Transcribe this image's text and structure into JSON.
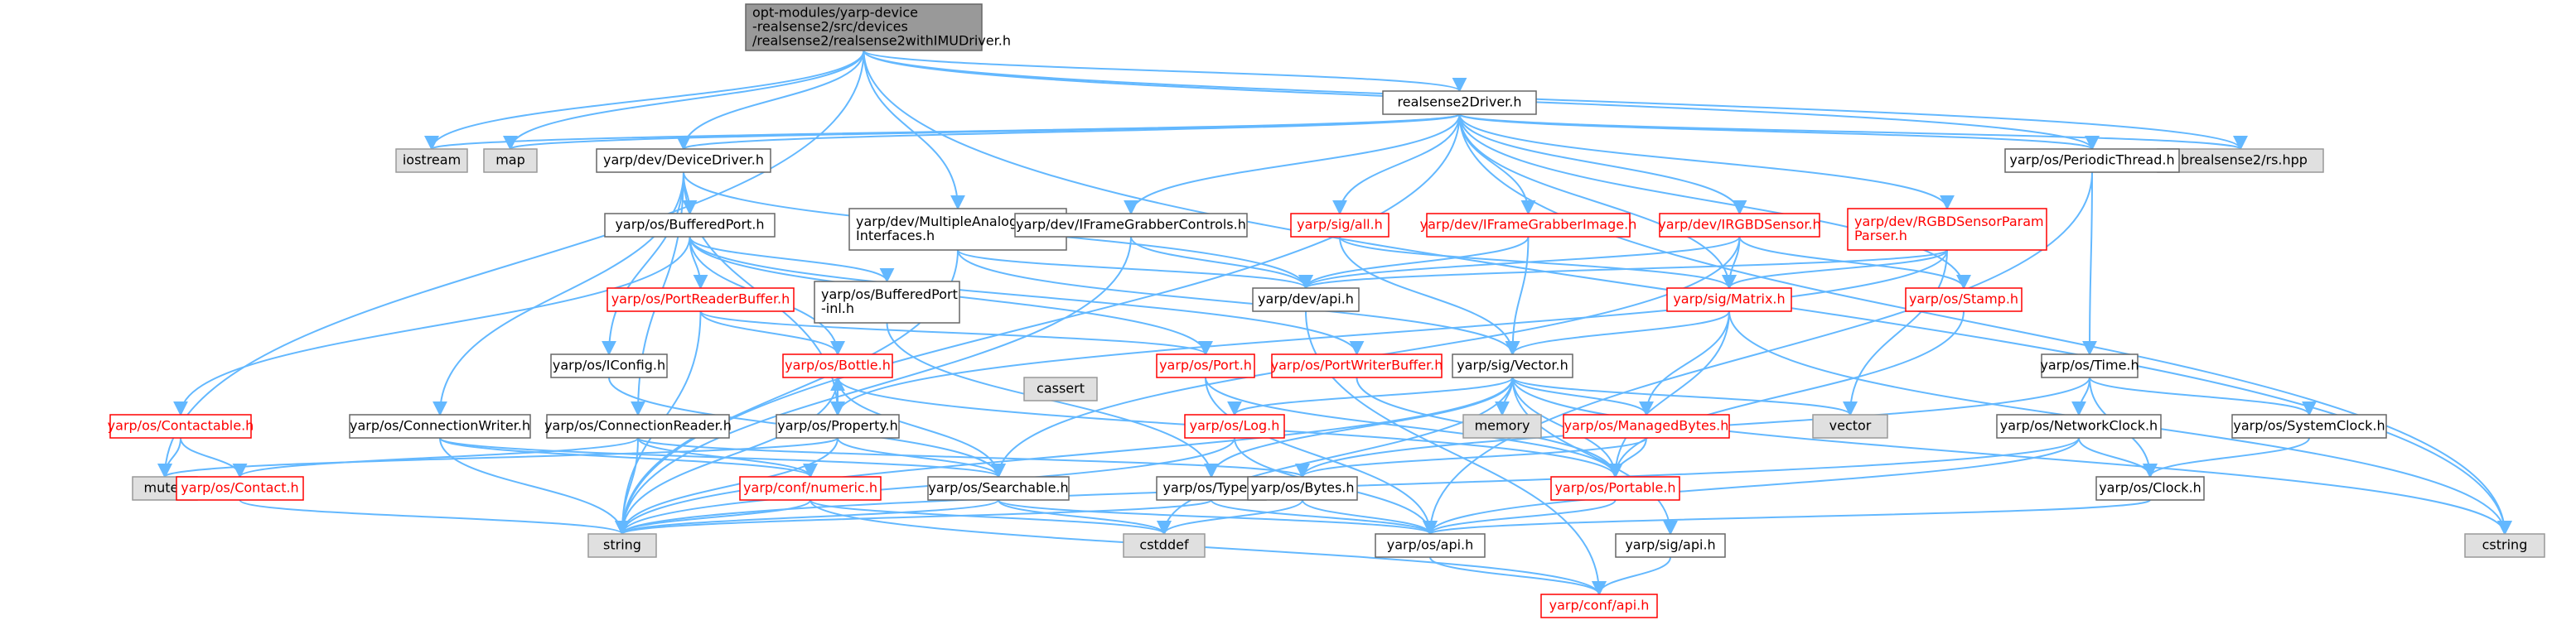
{
  "colors": {
    "edge": "#63b8ff",
    "node_fill": "#ffffff",
    "node_border": "#666666",
    "root_fill": "#999999",
    "external_fill": "#e0e0e0",
    "external_border": "#999999",
    "incomplete_border": "#ff0000",
    "text": "#000000",
    "incomplete_text": "#ff0000"
  },
  "nodes": [
    {
      "id": "root",
      "lines": [
        "opt-modules/yarp-device",
        "-realsense2/src/devices",
        "/realsense2/realsense2withIMUDriver.h"
      ],
      "style": "root"
    },
    {
      "id": "iostream",
      "lines": [
        "iostream"
      ],
      "style": "external"
    },
    {
      "id": "map",
      "lines": [
        "map"
      ],
      "style": "external"
    },
    {
      "id": "mutex",
      "lines": [
        "mutex"
      ],
      "style": "external"
    },
    {
      "id": "cstring",
      "lines": [
        "cstring"
      ],
      "style": "external"
    },
    {
      "id": "librealsense",
      "lines": [
        "librealsense2/rs.hpp"
      ],
      "style": "external"
    },
    {
      "id": "cassert",
      "lines": [
        "cassert"
      ],
      "style": "external"
    },
    {
      "id": "vector",
      "lines": [
        "vector"
      ],
      "style": "external"
    },
    {
      "id": "memory",
      "lines": [
        "memory"
      ],
      "style": "external"
    },
    {
      "id": "string",
      "lines": [
        "string"
      ],
      "style": "external"
    },
    {
      "id": "cstddef",
      "lines": [
        "cstddef"
      ],
      "style": "external"
    },
    {
      "id": "rs2driver",
      "lines": [
        "realsense2Driver.h"
      ],
      "style": "normal"
    },
    {
      "id": "devicedriver",
      "lines": [
        "yarp/dev/DeviceDriver.h"
      ],
      "style": "normal"
    },
    {
      "id": "multianalog",
      "lines": [
        "yarp/dev/MultipleAnalogSensors",
        "Interfaces.h"
      ],
      "style": "normal"
    },
    {
      "id": "periodicthread",
      "lines": [
        "yarp/os/PeriodicThread.h"
      ],
      "style": "normal"
    },
    {
      "id": "bufferedport",
      "lines": [
        "yarp/os/BufferedPort.h"
      ],
      "style": "normal"
    },
    {
      "id": "iframegrabberctrl",
      "lines": [
        "yarp/dev/IFrameGrabberControls.h"
      ],
      "style": "normal"
    },
    {
      "id": "sigall",
      "lines": [
        "yarp/sig/all.h"
      ],
      "style": "incomplete"
    },
    {
      "id": "iframegrabberimg",
      "lines": [
        "yarp/dev/IFrameGrabberImage.h"
      ],
      "style": "incomplete"
    },
    {
      "id": "irgbdsensor",
      "lines": [
        "yarp/dev/IRGBDSensor.h"
      ],
      "style": "incomplete"
    },
    {
      "id": "rgbdparam",
      "lines": [
        "yarp/dev/RGBDSensorParam",
        "Parser.h"
      ],
      "style": "incomplete"
    },
    {
      "id": "portreaderbuffer",
      "lines": [
        "yarp/os/PortReaderBuffer.h"
      ],
      "style": "incomplete"
    },
    {
      "id": "bufferedportinl",
      "lines": [
        "yarp/os/BufferedPort",
        "-inl.h"
      ],
      "style": "normal"
    },
    {
      "id": "devapi",
      "lines": [
        "yarp/dev/api.h"
      ],
      "style": "normal"
    },
    {
      "id": "sigmatrix",
      "lines": [
        "yarp/sig/Matrix.h"
      ],
      "style": "incomplete"
    },
    {
      "id": "stamp",
      "lines": [
        "yarp/os/Stamp.h"
      ],
      "style": "incomplete"
    },
    {
      "id": "iconfig",
      "lines": [
        "yarp/os/IConfig.h"
      ],
      "style": "normal"
    },
    {
      "id": "bottle",
      "lines": [
        "yarp/os/Bottle.h"
      ],
      "style": "incomplete"
    },
    {
      "id": "port",
      "lines": [
        "yarp/os/Port.h"
      ],
      "style": "incomplete"
    },
    {
      "id": "portwriterbuffer",
      "lines": [
        "yarp/os/PortWriterBuffer.h"
      ],
      "style": "incomplete"
    },
    {
      "id": "sigvector",
      "lines": [
        "yarp/sig/Vector.h"
      ],
      "style": "normal"
    },
    {
      "id": "ostime",
      "lines": [
        "yarp/os/Time.h"
      ],
      "style": "normal"
    },
    {
      "id": "contactable",
      "lines": [
        "yarp/os/Contactable.h"
      ],
      "style": "incomplete"
    },
    {
      "id": "connwriter",
      "lines": [
        "yarp/os/ConnectionWriter.h"
      ],
      "style": "normal"
    },
    {
      "id": "connreader",
      "lines": [
        "yarp/os/ConnectionReader.h"
      ],
      "style": "normal"
    },
    {
      "id": "property",
      "lines": [
        "yarp/os/Property.h"
      ],
      "style": "normal"
    },
    {
      "id": "oslog",
      "lines": [
        "yarp/os/Log.h"
      ],
      "style": "incomplete"
    },
    {
      "id": "managedbytes",
      "lines": [
        "yarp/os/ManagedBytes.h"
      ],
      "style": "incomplete"
    },
    {
      "id": "networkclock",
      "lines": [
        "yarp/os/NetworkClock.h"
      ],
      "style": "normal"
    },
    {
      "id": "systemclock",
      "lines": [
        "yarp/os/SystemClock.h"
      ],
      "style": "normal"
    },
    {
      "id": "contact",
      "lines": [
        "yarp/os/Contact.h"
      ],
      "style": "incomplete"
    },
    {
      "id": "confnumeric",
      "lines": [
        "yarp/conf/numeric.h"
      ],
      "style": "incomplete"
    },
    {
      "id": "searchable",
      "lines": [
        "yarp/os/Searchable.h"
      ],
      "style": "normal"
    },
    {
      "id": "ostype",
      "lines": [
        "yarp/os/Type.h"
      ],
      "style": "normal"
    },
    {
      "id": "osbytes",
      "lines": [
        "yarp/os/Bytes.h"
      ],
      "style": "normal"
    },
    {
      "id": "portable",
      "lines": [
        "yarp/os/Portable.h"
      ],
      "style": "incomplete"
    },
    {
      "id": "osclock",
      "lines": [
        "yarp/os/Clock.h"
      ],
      "style": "normal"
    },
    {
      "id": "osapi",
      "lines": [
        "yarp/os/api.h"
      ],
      "style": "normal"
    },
    {
      "id": "sigapi",
      "lines": [
        "yarp/sig/api.h"
      ],
      "style": "normal"
    },
    {
      "id": "confapi",
      "lines": [
        "yarp/conf/api.h"
      ],
      "style": "incomplete"
    }
  ],
  "edges": [
    [
      "root",
      "iostream"
    ],
    [
      "root",
      "map"
    ],
    [
      "root",
      "mutex"
    ],
    [
      "root",
      "cstring"
    ],
    [
      "root",
      "librealsense"
    ],
    [
      "root",
      "rs2driver"
    ],
    [
      "root",
      "devicedriver"
    ],
    [
      "root",
      "multianalog"
    ],
    [
      "root",
      "periodicthread"
    ],
    [
      "rs2driver",
      "iostream"
    ],
    [
      "rs2driver",
      "map"
    ],
    [
      "rs2driver",
      "cstring"
    ],
    [
      "rs2driver",
      "librealsense"
    ],
    [
      "rs2driver",
      "devicedriver"
    ],
    [
      "rs2driver",
      "periodicthread"
    ],
    [
      "rs2driver",
      "iframegrabberctrl"
    ],
    [
      "rs2driver",
      "sigall"
    ],
    [
      "rs2driver",
      "iframegrabberimg"
    ],
    [
      "rs2driver",
      "irgbdsensor"
    ],
    [
      "rs2driver",
      "rgbdparam"
    ],
    [
      "rs2driver",
      "stamp"
    ],
    [
      "rs2driver",
      "sigmatrix"
    ],
    [
      "rs2driver",
      "string"
    ],
    [
      "devicedriver",
      "devapi"
    ],
    [
      "devicedriver",
      "bufferedport"
    ],
    [
      "devicedriver",
      "iconfig"
    ],
    [
      "devicedriver",
      "connwriter"
    ],
    [
      "devicedriver",
      "connreader"
    ],
    [
      "devicedriver",
      "property"
    ],
    [
      "multianalog",
      "devapi"
    ],
    [
      "multianalog",
      "sigvector"
    ],
    [
      "multianalog",
      "string"
    ],
    [
      "periodicthread",
      "ostime"
    ],
    [
      "periodicthread",
      "osapi"
    ],
    [
      "bufferedport",
      "portreaderbuffer"
    ],
    [
      "bufferedport",
      "bufferedportinl"
    ],
    [
      "bufferedport",
      "contactable"
    ],
    [
      "bufferedport",
      "port"
    ],
    [
      "bufferedport",
      "portwriterbuffer"
    ],
    [
      "bufferedport",
      "bottle"
    ],
    [
      "iframegrabberctrl",
      "devapi"
    ],
    [
      "iframegrabberctrl",
      "string"
    ],
    [
      "sigall",
      "sigmatrix"
    ],
    [
      "sigall",
      "sigvector"
    ],
    [
      "iframegrabberimg",
      "devapi"
    ],
    [
      "iframegrabberimg",
      "sigvector"
    ],
    [
      "irgbdsensor",
      "devapi"
    ],
    [
      "irgbdsensor",
      "sigmatrix"
    ],
    [
      "irgbdsensor",
      "stamp"
    ],
    [
      "irgbdsensor",
      "searchable"
    ],
    [
      "rgbdparam",
      "devapi"
    ],
    [
      "rgbdparam",
      "sigmatrix"
    ],
    [
      "rgbdparam",
      "vector"
    ],
    [
      "rgbdparam",
      "property"
    ],
    [
      "portreaderbuffer",
      "bottle"
    ],
    [
      "portreaderbuffer",
      "port"
    ],
    [
      "portreaderbuffer",
      "string"
    ],
    [
      "bufferedportinl",
      "ostype"
    ],
    [
      "devapi",
      "confapi"
    ],
    [
      "sigmatrix",
      "sigvector"
    ],
    [
      "sigmatrix",
      "managedbytes"
    ],
    [
      "sigmatrix",
      "portable"
    ],
    [
      "sigmatrix",
      "cstring"
    ],
    [
      "stamp",
      "portable"
    ],
    [
      "iconfig",
      "searchable"
    ],
    [
      "bottle",
      "property"
    ],
    [
      "bottle",
      "searchable"
    ],
    [
      "bottle",
      "portable"
    ],
    [
      "bottle",
      "string"
    ],
    [
      "port",
      "portable"
    ],
    [
      "port",
      "osapi"
    ],
    [
      "portwriterbuffer",
      "portable"
    ],
    [
      "sigvector",
      "memory"
    ],
    [
      "sigvector",
      "vector"
    ],
    [
      "sigvector",
      "managedbytes"
    ],
    [
      "sigvector",
      "portable"
    ],
    [
      "sigvector",
      "oslog"
    ],
    [
      "sigvector",
      "ostype"
    ],
    [
      "sigvector",
      "sigapi"
    ],
    [
      "sigvector",
      "cstddef"
    ],
    [
      "sigvector",
      "cstring"
    ],
    [
      "sigvector",
      "string"
    ],
    [
      "ostime",
      "networkclock"
    ],
    [
      "ostime",
      "systemclock"
    ],
    [
      "ostime",
      "osclock"
    ],
    [
      "ostime",
      "osbytes"
    ],
    [
      "contactable",
      "mutex"
    ],
    [
      "contactable",
      "contact"
    ],
    [
      "connwriter",
      "confnumeric"
    ],
    [
      "connwriter",
      "searchable"
    ],
    [
      "connwriter",
      "string"
    ],
    [
      "connreader",
      "confnumeric"
    ],
    [
      "connreader",
      "osbytes"
    ],
    [
      "connreader",
      "contact"
    ],
    [
      "connreader",
      "string"
    ],
    [
      "property",
      "bottle"
    ],
    [
      "property",
      "searchable"
    ],
    [
      "property",
      "mutex"
    ],
    [
      "property",
      "string"
    ],
    [
      "oslog",
      "osapi"
    ],
    [
      "oslog",
      "string"
    ],
    [
      "managedbytes",
      "portable"
    ],
    [
      "managedbytes",
      "osbytes"
    ],
    [
      "networkclock",
      "osclock"
    ],
    [
      "networkclock",
      "string"
    ],
    [
      "networkclock",
      "osapi"
    ],
    [
      "systemclock",
      "osclock"
    ],
    [
      "contact",
      "string"
    ],
    [
      "confnumeric",
      "confapi"
    ],
    [
      "confnumeric",
      "string"
    ],
    [
      "confnumeric",
      "cstddef"
    ],
    [
      "searchable",
      "osapi"
    ],
    [
      "searchable",
      "cstddef"
    ],
    [
      "searchable",
      "string"
    ],
    [
      "ostype",
      "osapi"
    ],
    [
      "ostype",
      "string"
    ],
    [
      "osbytes",
      "osapi"
    ],
    [
      "osbytes",
      "cstddef"
    ],
    [
      "portable",
      "osapi"
    ],
    [
      "osclock",
      "osapi"
    ],
    [
      "osapi",
      "confapi"
    ],
    [
      "sigapi",
      "confapi"
    ]
  ]
}
